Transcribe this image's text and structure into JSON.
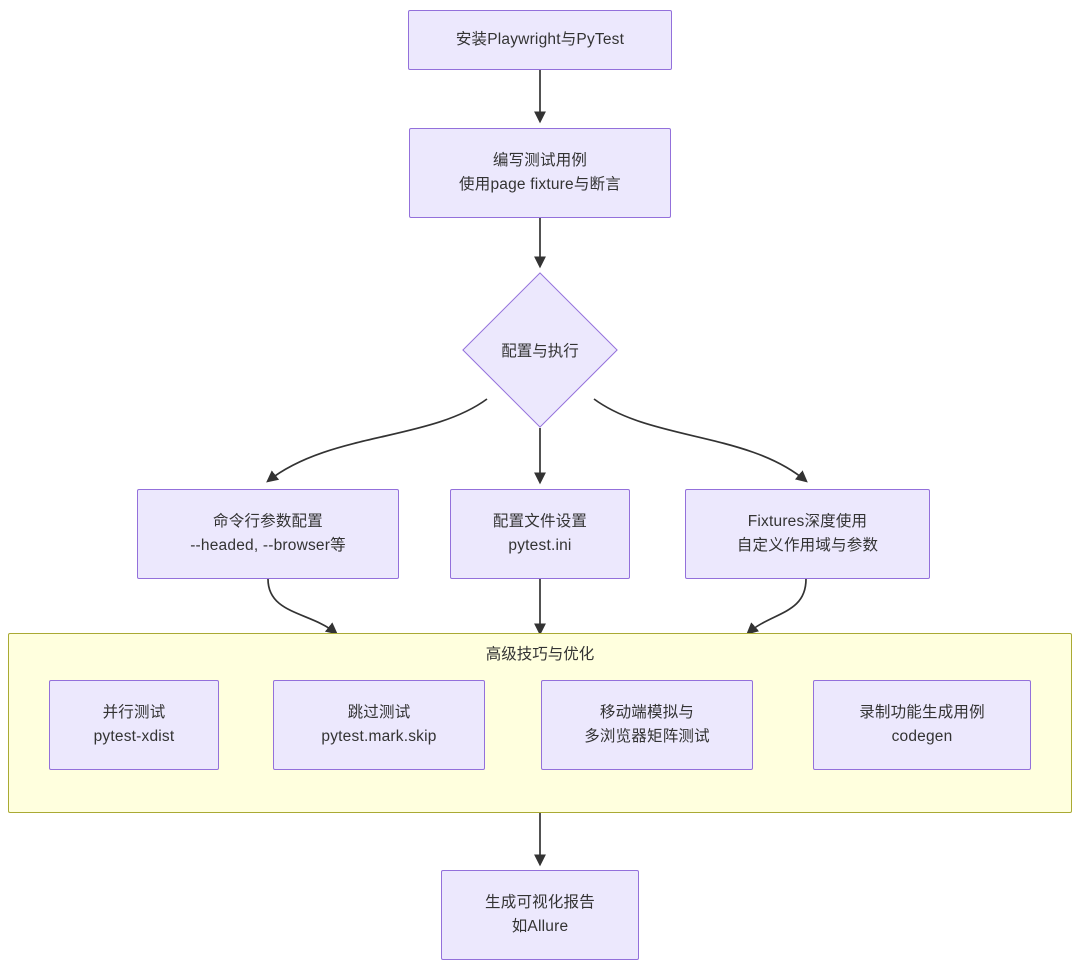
{
  "diagram": {
    "type": "flowchart",
    "direction": "top-to-bottom",
    "colors": {
      "node_fill": "#ECE8FD",
      "node_border": "#9370DB",
      "node_text": "#333333",
      "subgraph_fill": "#FFFFDE",
      "subgraph_border": "#AAAA33",
      "edge_stroke": "#333333",
      "background": "#FFFFFF"
    },
    "nodes": {
      "install": {
        "line1": "安装Playwright与PyTest"
      },
      "write_tests": {
        "line1": "编写测试用例",
        "line2": "使用page fixture与断言"
      },
      "decision": {
        "label": "配置与执行"
      },
      "cli_config": {
        "line1": "命令行参数配置",
        "line2": "--headed, --browser等"
      },
      "file_config": {
        "line1": "配置文件设置",
        "line2": "pytest.ini"
      },
      "fixtures": {
        "line1": "Fixtures深度使用",
        "line2": "自定义作用域与参数"
      },
      "parallel": {
        "line1": "并行测试",
        "line2": "pytest-xdist"
      },
      "skip": {
        "line1": "跳过测试",
        "line2": "pytest.mark.skip"
      },
      "mobile": {
        "line1": "移动端模拟与",
        "line2": "多浏览器矩阵测试"
      },
      "codegen": {
        "line1": "录制功能生成用例",
        "line2": "codegen"
      },
      "report": {
        "line1": "生成可视化报告",
        "line2": "如Allure"
      }
    },
    "subgraph": {
      "title": "高级技巧与优化"
    },
    "edges": [
      {
        "from": "install",
        "to": "write_tests",
        "style": "straight-arrow"
      },
      {
        "from": "write_tests",
        "to": "decision",
        "style": "straight-arrow"
      },
      {
        "from": "decision",
        "to": "cli_config",
        "style": "curved-arrow"
      },
      {
        "from": "decision",
        "to": "file_config",
        "style": "straight-arrow"
      },
      {
        "from": "decision",
        "to": "fixtures",
        "style": "curved-arrow"
      },
      {
        "from": "cli_config",
        "to": "subgraph",
        "style": "curved-arrow"
      },
      {
        "from": "file_config",
        "to": "subgraph",
        "style": "straight-arrow"
      },
      {
        "from": "fixtures",
        "to": "subgraph",
        "style": "curved-arrow"
      },
      {
        "from": "subgraph",
        "to": "report",
        "style": "straight-arrow"
      }
    ]
  }
}
